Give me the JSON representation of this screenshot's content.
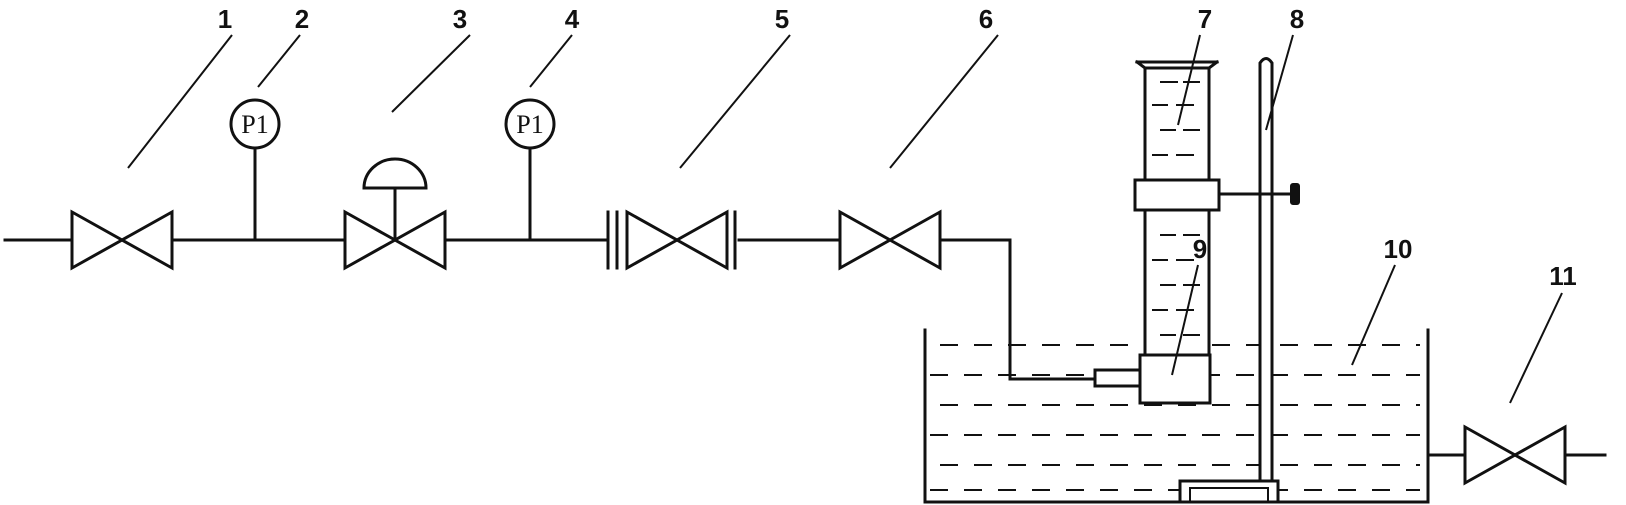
{
  "callouts": [
    "1",
    "2",
    "3",
    "4",
    "5",
    "6",
    "7",
    "8",
    "9",
    "10",
    "11"
  ],
  "gauges": {
    "left_label": "P1",
    "right_label": "P1"
  },
  "colors": {
    "stroke": "#111111",
    "background": "#ffffff"
  }
}
